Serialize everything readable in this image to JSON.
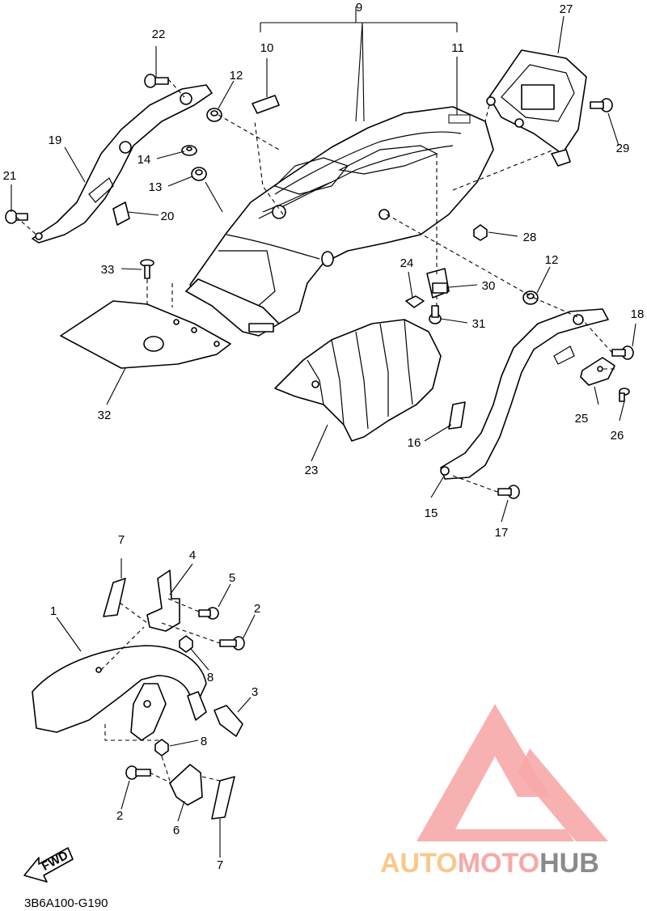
{
  "callouts": [
    "1",
    "2",
    "3",
    "4",
    "5",
    "6",
    "7",
    "8",
    "9",
    "10",
    "11",
    "12",
    "13",
    "14",
    "15",
    "16",
    "17",
    "18",
    "19",
    "20",
    "21",
    "22",
    "23",
    "24",
    "25",
    "26",
    "27",
    "28",
    "29",
    "30",
    "31",
    "32",
    "33"
  ],
  "direction_label": "FWD",
  "diagram_code": "3B6A100-G190",
  "watermark": {
    "part1": "AUTO",
    "part2": "MOTO",
    "part3": "HUB",
    "color_primary": "#f7a8a8",
    "color_secondary": "#f9c88a",
    "color_tertiary": "#8a8a8a"
  }
}
